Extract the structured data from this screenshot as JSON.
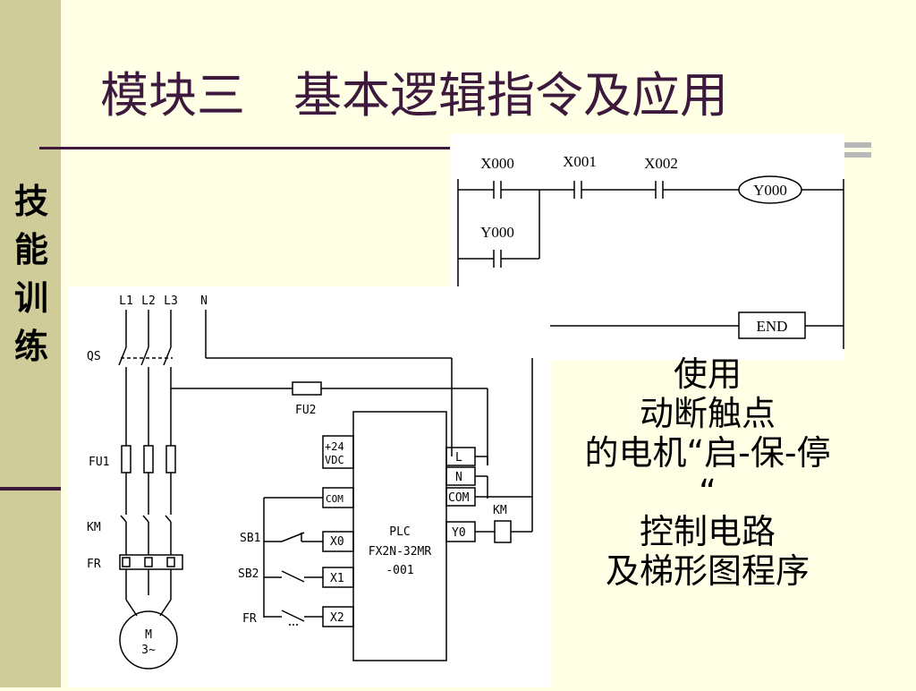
{
  "slide": {
    "title": "模块三　基本逻辑指令及应用",
    "sidebar_chars": [
      "技",
      "能",
      "训",
      "练"
    ],
    "description_lines": [
      "使用",
      "动断触点",
      "的电机“启-保-停",
      "“",
      "控制电路",
      "及梯形图程序"
    ]
  },
  "ladder": {
    "contacts": [
      "X000",
      "X001",
      "X002",
      "Y000"
    ],
    "coil": "Y000",
    "end": "END"
  },
  "circuit": {
    "phases": [
      "L1",
      "L2",
      "L3",
      "N"
    ],
    "labels": {
      "qs": "QS",
      "fu1": "FU1",
      "fu2": "FU2",
      "km_main": "KM",
      "fr": "FR",
      "motor_line1": "M",
      "motor_line2": "3~"
    },
    "plc": {
      "line1": "PLC",
      "line2": "FX2N-32MR",
      "line3": "-001"
    },
    "terminals_left": [
      "+24",
      "VDC",
      "COM",
      "X0",
      "X1",
      "X2"
    ],
    "terminals_right": [
      "L",
      "N",
      "COM",
      "Y0"
    ],
    "inputs": [
      "SB1",
      "SB2",
      "FR"
    ],
    "coil_label": "KM"
  }
}
